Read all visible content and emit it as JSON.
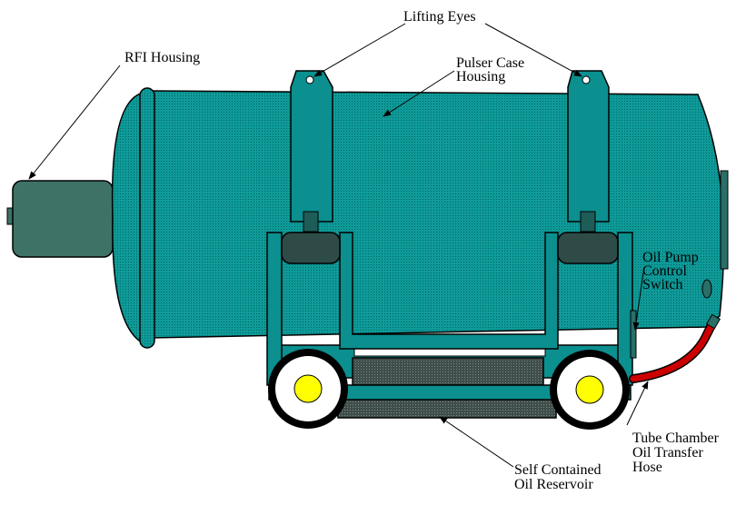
{
  "labels": {
    "lifting_eyes": "Lifting Eyes",
    "rfi_housing": "RFI Housing",
    "pulser_case_line1": "Pulser Case",
    "pulser_case_line2": "Housing",
    "oil_pump_line1": "Oil Pump",
    "oil_pump_line2": "Control",
    "oil_pump_line3": "Switch",
    "tube_chamber_line1": "Tube Chamber",
    "tube_chamber_line2": "Oil Transfer",
    "tube_chamber_line3": "Hose",
    "reservoir_line1": "Self Contained",
    "reservoir_line2": "Oil Reservoir"
  },
  "colors": {
    "teal": "#0b8f8f",
    "dark_teal": "#2a6e68",
    "rfi_gray": "#3e7266",
    "reservoir_gray": "#4c5b58",
    "hose_red": "#cc0000",
    "wheel_hub": "#ffff00"
  }
}
